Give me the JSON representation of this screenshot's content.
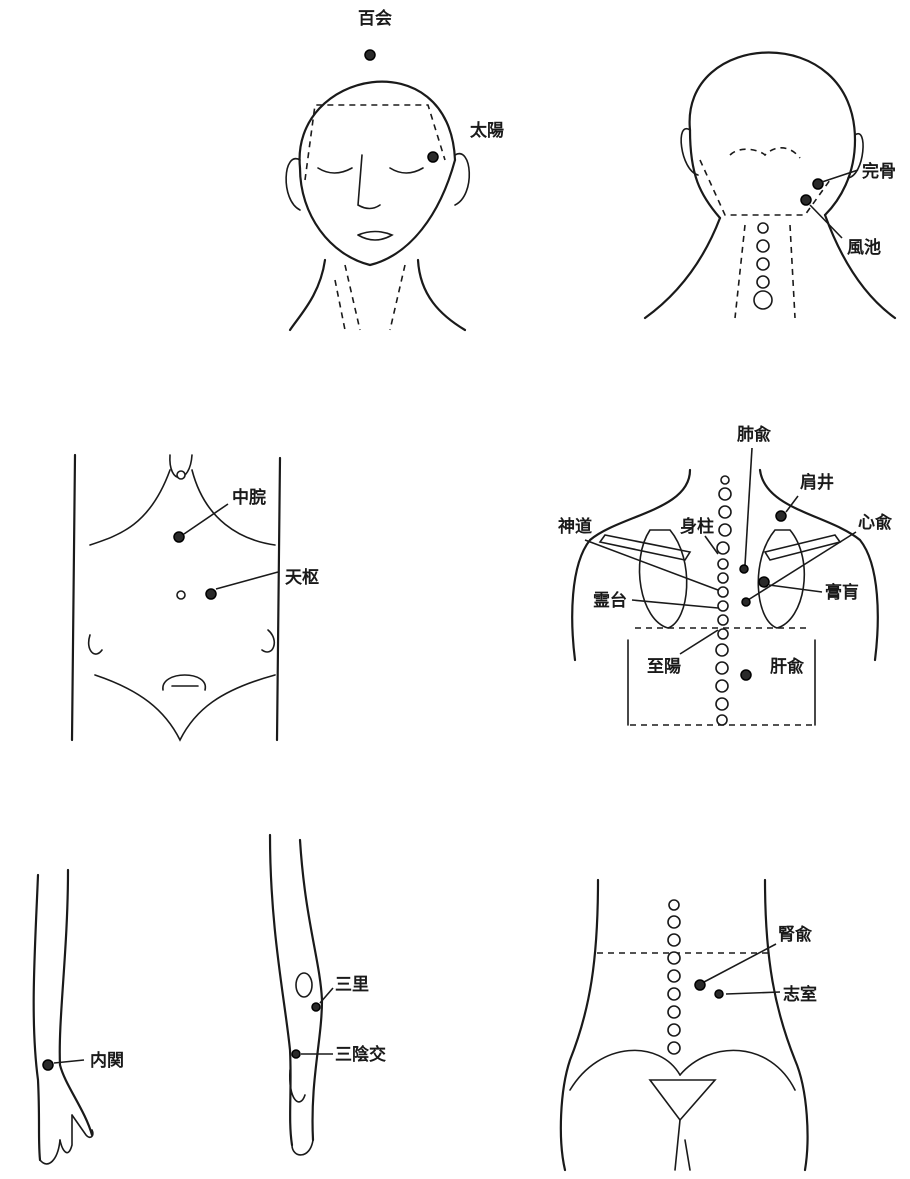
{
  "diagram": {
    "colors": {
      "ink": "#1a1a1a",
      "background": "#ffffff"
    },
    "points": {
      "baihui": "百会",
      "taiyang": "太陽",
      "wangu": "完骨",
      "fengchi": "風池",
      "zhongwan": "中脘",
      "tianshu": "天枢",
      "feishu": "肺兪",
      "jianjing": "肩井",
      "shendao": "神道",
      "shenzhu": "身柱",
      "xinshu": "心兪",
      "lingtai": "霊台",
      "gaohuang": "膏肓",
      "zhiyang": "至陽",
      "ganshu": "肝兪",
      "neiguan": "内関",
      "sanli": "三里",
      "sanyinjiao": "三陰交",
      "shenshu": "腎兪",
      "zhishi": "志室"
    }
  }
}
